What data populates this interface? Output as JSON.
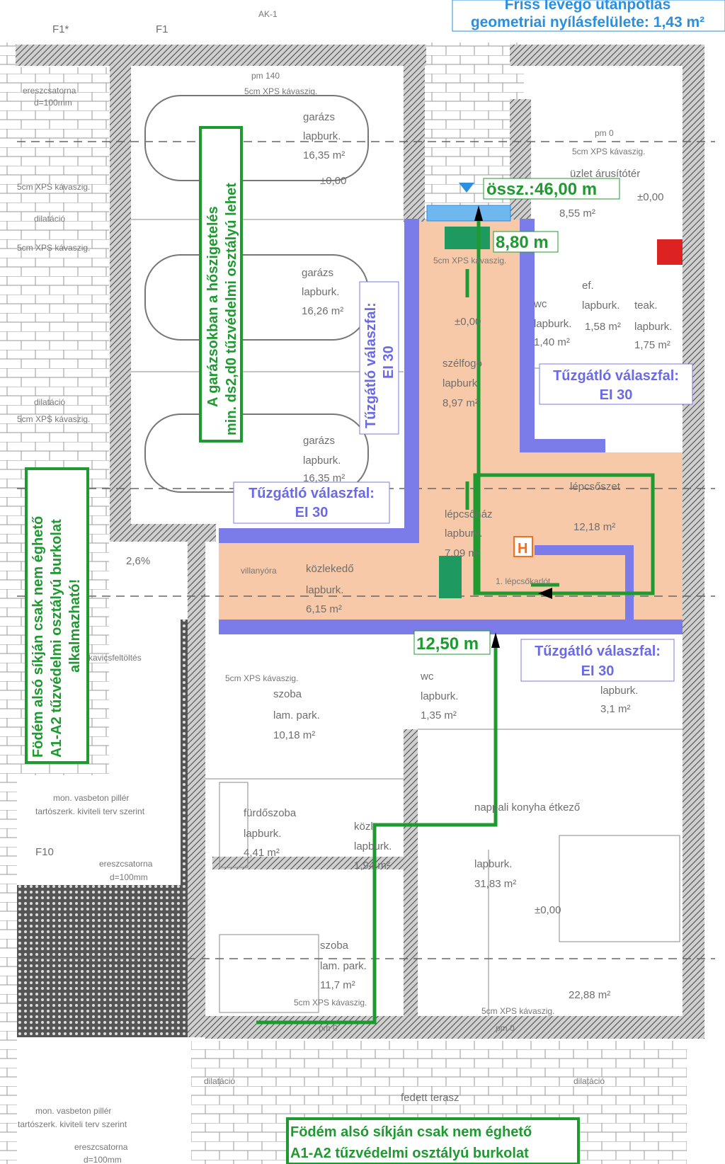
{
  "header_note": {
    "line1": "Friss levegő utánpótlás",
    "line2": "geometriai nyílásfelülete: 1,43 m²"
  },
  "axis_labels": {
    "f1_star": "F1*",
    "f1": "F1",
    "ak1": "AK-1",
    "f10": "F10"
  },
  "escape_distances": {
    "total": "össz.:46,00 m",
    "segment1": "8,80 m",
    "segment2": "12,50 m"
  },
  "fire_walls": {
    "label": "Tűzgátló válaszfal:",
    "rating": "EI 30"
  },
  "notes": {
    "garage_line1": "A garázsokban a hőszigetelés",
    "garage_line2": "min. ds2,d0 tűzvédelmi osztályú lehet",
    "ceiling_line1": "Födém alsó síkján csak nem éghető",
    "ceiling_line2": "A1-A2 tűzvédelmi osztályú burkolat",
    "ceiling_line3": "alkalmazható!"
  },
  "annotations": {
    "gutter": "ereszcsatorna",
    "gutter_d": "d=100mm",
    "xps": "5cm XPS kávaszig.",
    "dilatation": "dilatáció",
    "pm140": "pm 140",
    "pm0": "pm 0",
    "level": "±0,00",
    "gravel": "kavicsfeltöltés",
    "slope": "2,6%",
    "meter": "villanyóra",
    "pillar1": "mon. vasbeton pillér",
    "pillar2": "tartószerk. kiviteli terv szerint",
    "stair_start": "1. lépcsőkarlót"
  },
  "rooms": [
    {
      "name": "garázs",
      "floor": "lapburk.",
      "area": "16,35 m²"
    },
    {
      "name": "garázs",
      "floor": "lapburk.",
      "area": "16,26 m²"
    },
    {
      "name": "garázs",
      "floor": "lapburk.",
      "area": "16,35 m²"
    },
    {
      "name": "üzlet árusítótér",
      "floor": "",
      "area": "8,55 m²"
    },
    {
      "name": "wc",
      "floor": "lapburk.",
      "area": "1,40 m²"
    },
    {
      "name": "ef.",
      "floor": "lapburk.",
      "area": "1,58 m²"
    },
    {
      "name": "teak.",
      "floor": "lapburk.",
      "area": "1,75 m²"
    },
    {
      "name": "szélfogó",
      "floor": "lapburk.",
      "area": "8,97 m²"
    },
    {
      "name": "lépcsőház",
      "floor": "lapburk.",
      "area": "7,09 m²"
    },
    {
      "name": "lépcsőszet",
      "floor": "lapburk.",
      "area": "12,18 m²"
    },
    {
      "name": "közlekedő",
      "floor": "lapburk.",
      "area": "6,15 m²"
    },
    {
      "name": "szoba",
      "floor": "lam. park.",
      "area": "10,18 m²"
    },
    {
      "name": "wc",
      "floor": "lapburk.",
      "area": "1,35 m²"
    },
    {
      "name": "",
      "floor": "lapburk.",
      "area": "3,1 m²"
    },
    {
      "name": "fürdőszoba",
      "floor": "lapburk.",
      "area": "4,41 m²"
    },
    {
      "name": "közl.",
      "floor": "lapburk.",
      "area": "1,94 m²"
    },
    {
      "name": "nappali konyha étkező",
      "floor": "lapburk.",
      "area": "31,83 m²"
    },
    {
      "name": "szoba",
      "floor": "lam. park.",
      "area": "11,7 m²"
    },
    {
      "name": "",
      "floor": "",
      "area": "22,88 m²"
    },
    {
      "name": "fedett terasz",
      "floor": "",
      "area": ""
    }
  ],
  "colors": {
    "escape": "#1e9a30",
    "firewall": "#7b7bea",
    "zone": "#f7c9a8",
    "note": "#2a8fe0",
    "wall": "#555555"
  }
}
